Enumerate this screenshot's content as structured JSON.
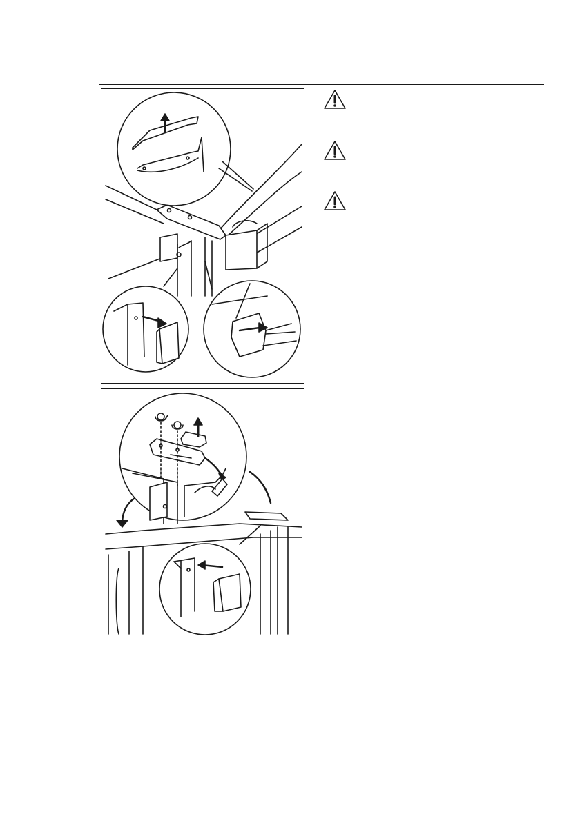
{
  "page": {
    "figures": [
      {
        "name": "figure-1",
        "description_icons": [
          "magnifier-callout",
          "arrow"
        ]
      },
      {
        "name": "figure-2",
        "description_icons": [
          "screw",
          "arrow"
        ]
      }
    ],
    "warnings": [
      {
        "icon": "warning-icon"
      },
      {
        "icon": "warning-icon"
      },
      {
        "icon": "warning-icon"
      }
    ]
  }
}
